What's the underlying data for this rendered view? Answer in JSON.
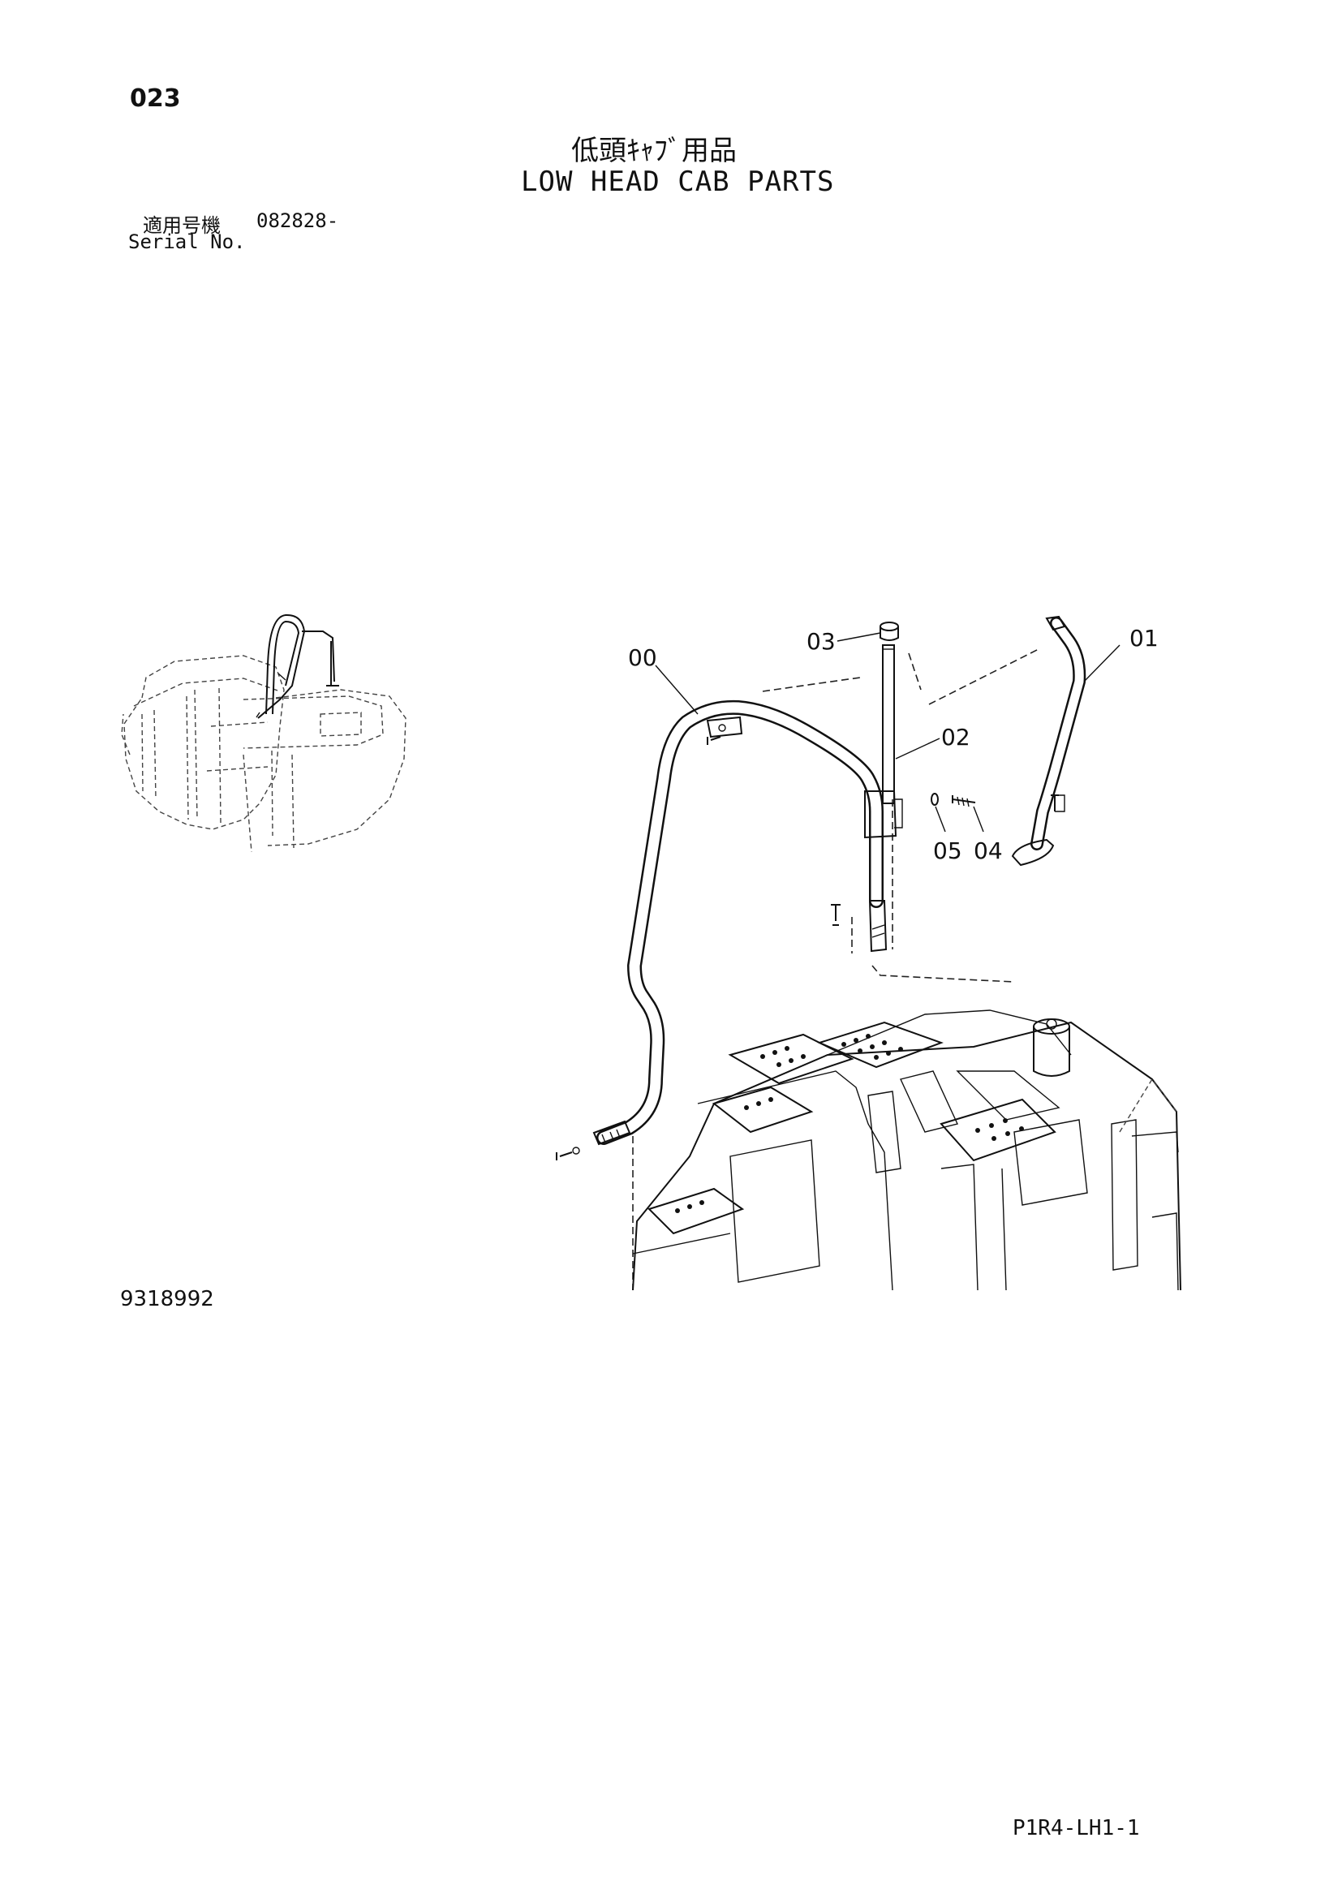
{
  "header": {
    "page_number": "023",
    "title_jp": "低頭ｷｬﾌﾞ用品",
    "title_en": "LOW HEAD CAB PARTS",
    "serial_label_jp": "適用号機",
    "serial_number": "082828-",
    "serial_label_en": "Serial No."
  },
  "diagram": {
    "figure_number": "9318992",
    "callouts": [
      "00",
      "01",
      "02",
      "03",
      "04",
      "05"
    ]
  },
  "footer": {
    "doc_code": "P1R4-LH1-1"
  }
}
